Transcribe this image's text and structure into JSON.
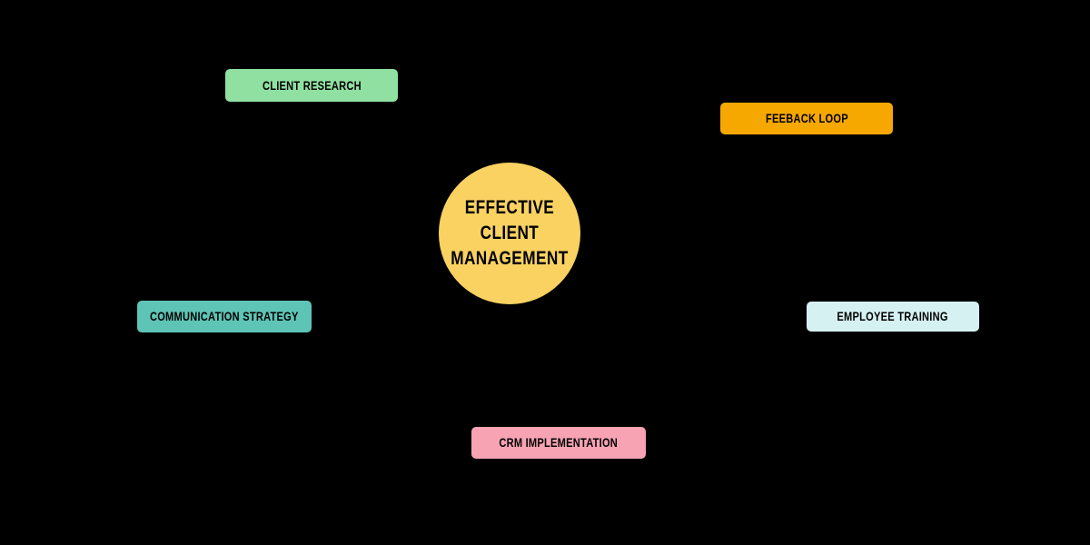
{
  "canvas": {
    "background": "#000000"
  },
  "center": {
    "lines": [
      "EFFECTIVE",
      "CLIENT",
      "MANAGEMENT"
    ],
    "bg": "#F9D262",
    "text_color": "#000000"
  },
  "nodes": [
    {
      "label": "CLIENT RESEARCH",
      "bg": "#90E0A2"
    },
    {
      "label": "FEEBACK LOOP",
      "bg": "#F6A800"
    },
    {
      "label": "COMMUNICATION STRATEGY",
      "bg": "#5EC4B6"
    },
    {
      "label": "EMPLOYEE TRAINING",
      "bg": "#D6F1F1"
    },
    {
      "label": "CRM IMPLEMENTATION",
      "bg": "#F7A3B4"
    }
  ]
}
